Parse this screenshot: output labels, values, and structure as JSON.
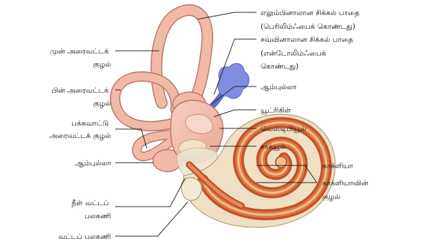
{
  "labels": {
    "bony_labyrinth": [
      "எலும்பினாலான சிக்கல் பாதை",
      "(பெரிலிம்ஃபைக் கொண்டது)"
    ],
    "membranous_labyrinth": [
      "சவ்வினாலான சிக்கல் பாதை",
      "(என்டோலிம்ஃபைக்",
      "கொண்டது)"
    ],
    "ampulla_right": "ஆம்புல்லா",
    "utricle": "யூட்ரிகிள்",
    "vestibule": "வெஸ்டிபியூல்",
    "saccule": "சாக்யூல்",
    "cochlea": "காக்ளியா",
    "cochlear_duct": [
      "காக்ளியாவின்",
      "குழல்"
    ],
    "anterior_canal": [
      "முன் அரைவட்டக்",
      "குழல்"
    ],
    "posterior_canal": [
      "பின் அரைவட்டக்",
      "குழல்"
    ],
    "lateral_canal": [
      "பக்கவாட்டு",
      "அரைவட்டக் குழல்"
    ],
    "ampulla_left": "ஆம்புல்லா",
    "oval_window": [
      "நீள் வட்டப்",
      "பலகணி"
    ],
    "round_window": "வட்டப் பலகணி"
  },
  "colors": {
    "bony": "#f2b9a6",
    "bony_stroke": "#b4766a",
    "membranous": "#7f8ee0",
    "cochlea_dark": "#c3512a",
    "cochlea_mid": "#dc7a45",
    "cochlea_light": "#f3c08d",
    "cochlea_base": "#efe0c4"
  }
}
